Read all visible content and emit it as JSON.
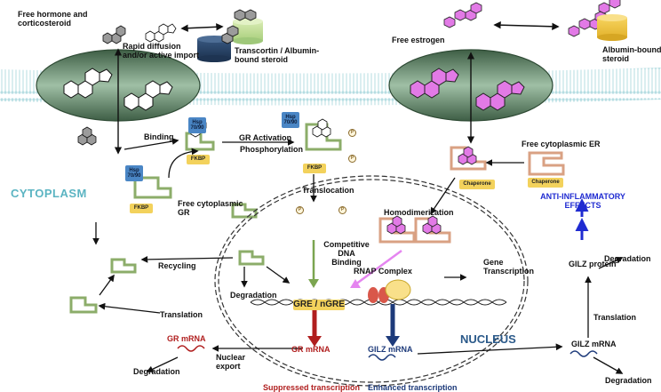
{
  "labels": {
    "free_hormone": "Free hormone and\ncorticosteroid",
    "rapid_diffusion": "Rapid diffusion\nand/or active import",
    "transcortin": "Transcortin / Albumin-\nbound steroid",
    "free_estrogen": "Free estrogen",
    "albumin_bound": "Albumin-bound\nsteroid",
    "binding": "Binding",
    "gr_activation": "GR Activation",
    "phosphorylation": "Phosphorylation",
    "free_cyto_er": "Free cytoplasmic ER",
    "free_cyto_gr": "Free cytoplasmic\nGR",
    "translocation": "Translocation",
    "homodimerization": "Homodimerization",
    "competitive": "Competitive\nDNA\nBinding",
    "recycling": "Recycling",
    "degradation_1": "Degradation",
    "gene_transcription": "Gene\nTranscription",
    "rnap": "RNAP Complex",
    "translation_left": "Translation",
    "nuclear_export": "Nuclear\nexport",
    "degradation_left": "Degradation",
    "gilz_protein": "GILZ protein",
    "degradation_right_top": "Degradation",
    "translation_right": "Translation",
    "degradation_right_bottom": "Degradation"
  },
  "compartments": {
    "cytoplasm": "CYTOPLASM",
    "nucleus": "NUCLEUS"
  },
  "badges": {
    "hsp": "Hsp\n70/90",
    "fkbp": "FKBP",
    "chaperone": "Chaperone",
    "gre": "GRE / nGRE",
    "p": "P"
  },
  "transcripts": {
    "gr_mrna": "GR mRNA",
    "gilz_mrna": "GILZ mRNA"
  },
  "effects": {
    "anti_inflammatory": "ANTI-INFLAMMATORY\nEFFECTS"
  },
  "footer": {
    "suppressed": "Suppressed transcription",
    "enhanced": "Enhanced transcription"
  },
  "colors": {
    "gr_receptor": "#8cad6a",
    "er_receptor": "#d9a183",
    "estrogen": "#e27ae6",
    "suppressed": "#b01e1e",
    "enhanced": "#1d3a7a",
    "effects": "#1f2bd1",
    "membrane": "#bfe0e4"
  }
}
